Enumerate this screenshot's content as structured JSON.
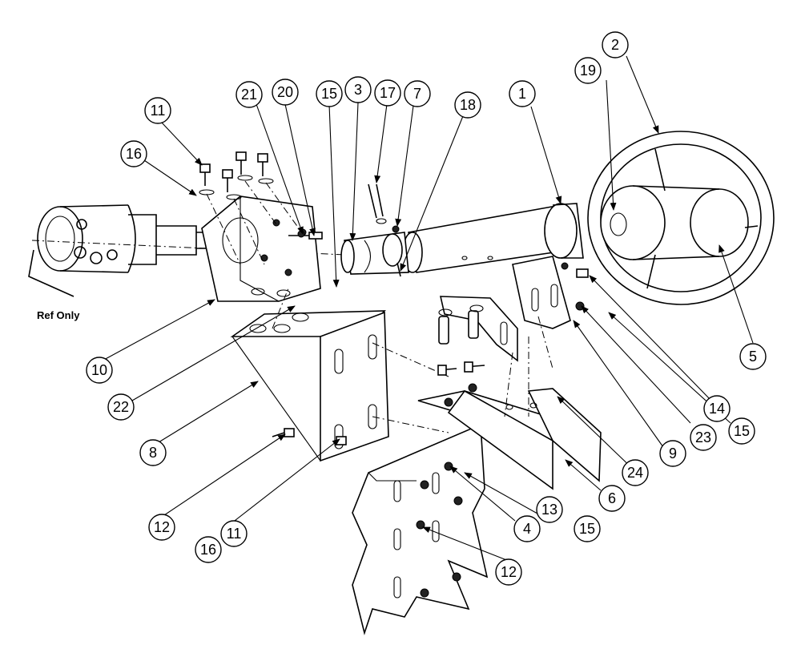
{
  "callouts": {
    "c1": "1",
    "c2": "2",
    "c3": "3",
    "c4": "4",
    "c5": "5",
    "c6": "6",
    "c7": "7",
    "c8": "8",
    "c9": "9",
    "c10": "10",
    "c11a": "11",
    "c11b": "11",
    "c12a": "12",
    "c12b": "12",
    "c13": "13",
    "c14": "14",
    "c15a": "15",
    "c15b": "15",
    "c15c": "15",
    "c16a": "16",
    "c16b": "16",
    "c17": "17",
    "c18": "18",
    "c19": "19",
    "c20": "20",
    "c21": "21",
    "c22": "22",
    "c23": "23",
    "c24": "24"
  },
  "ref_label": "Ref Only"
}
